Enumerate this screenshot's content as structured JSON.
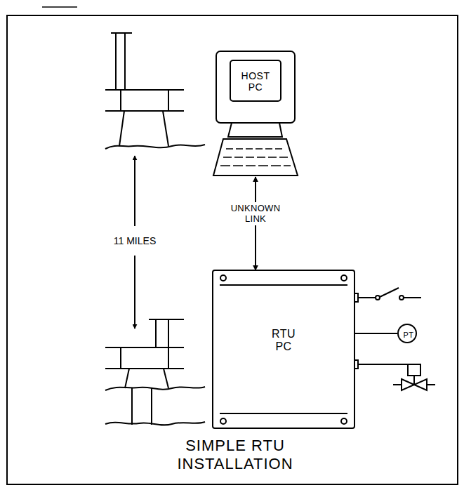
{
  "diagram": {
    "caption": "SIMPLE RTU INSTALLATION",
    "nodes": [
      {
        "text": [
          "HOST PC"
        ]
      },
      {
        "text": [
          "RTU PC"
        ]
      },
      {
        "text": [
          "PT"
        ]
      }
    ],
    "edges": [
      {
        "from": 0,
        "to": 1,
        "label": "UNKNOWN LINK",
        "arrow": "both"
      },
      {
        "from": 1,
        "to": 2,
        "arrow": "none"
      }
    ],
    "labels": [
      "11 MILES"
    ]
  }
}
